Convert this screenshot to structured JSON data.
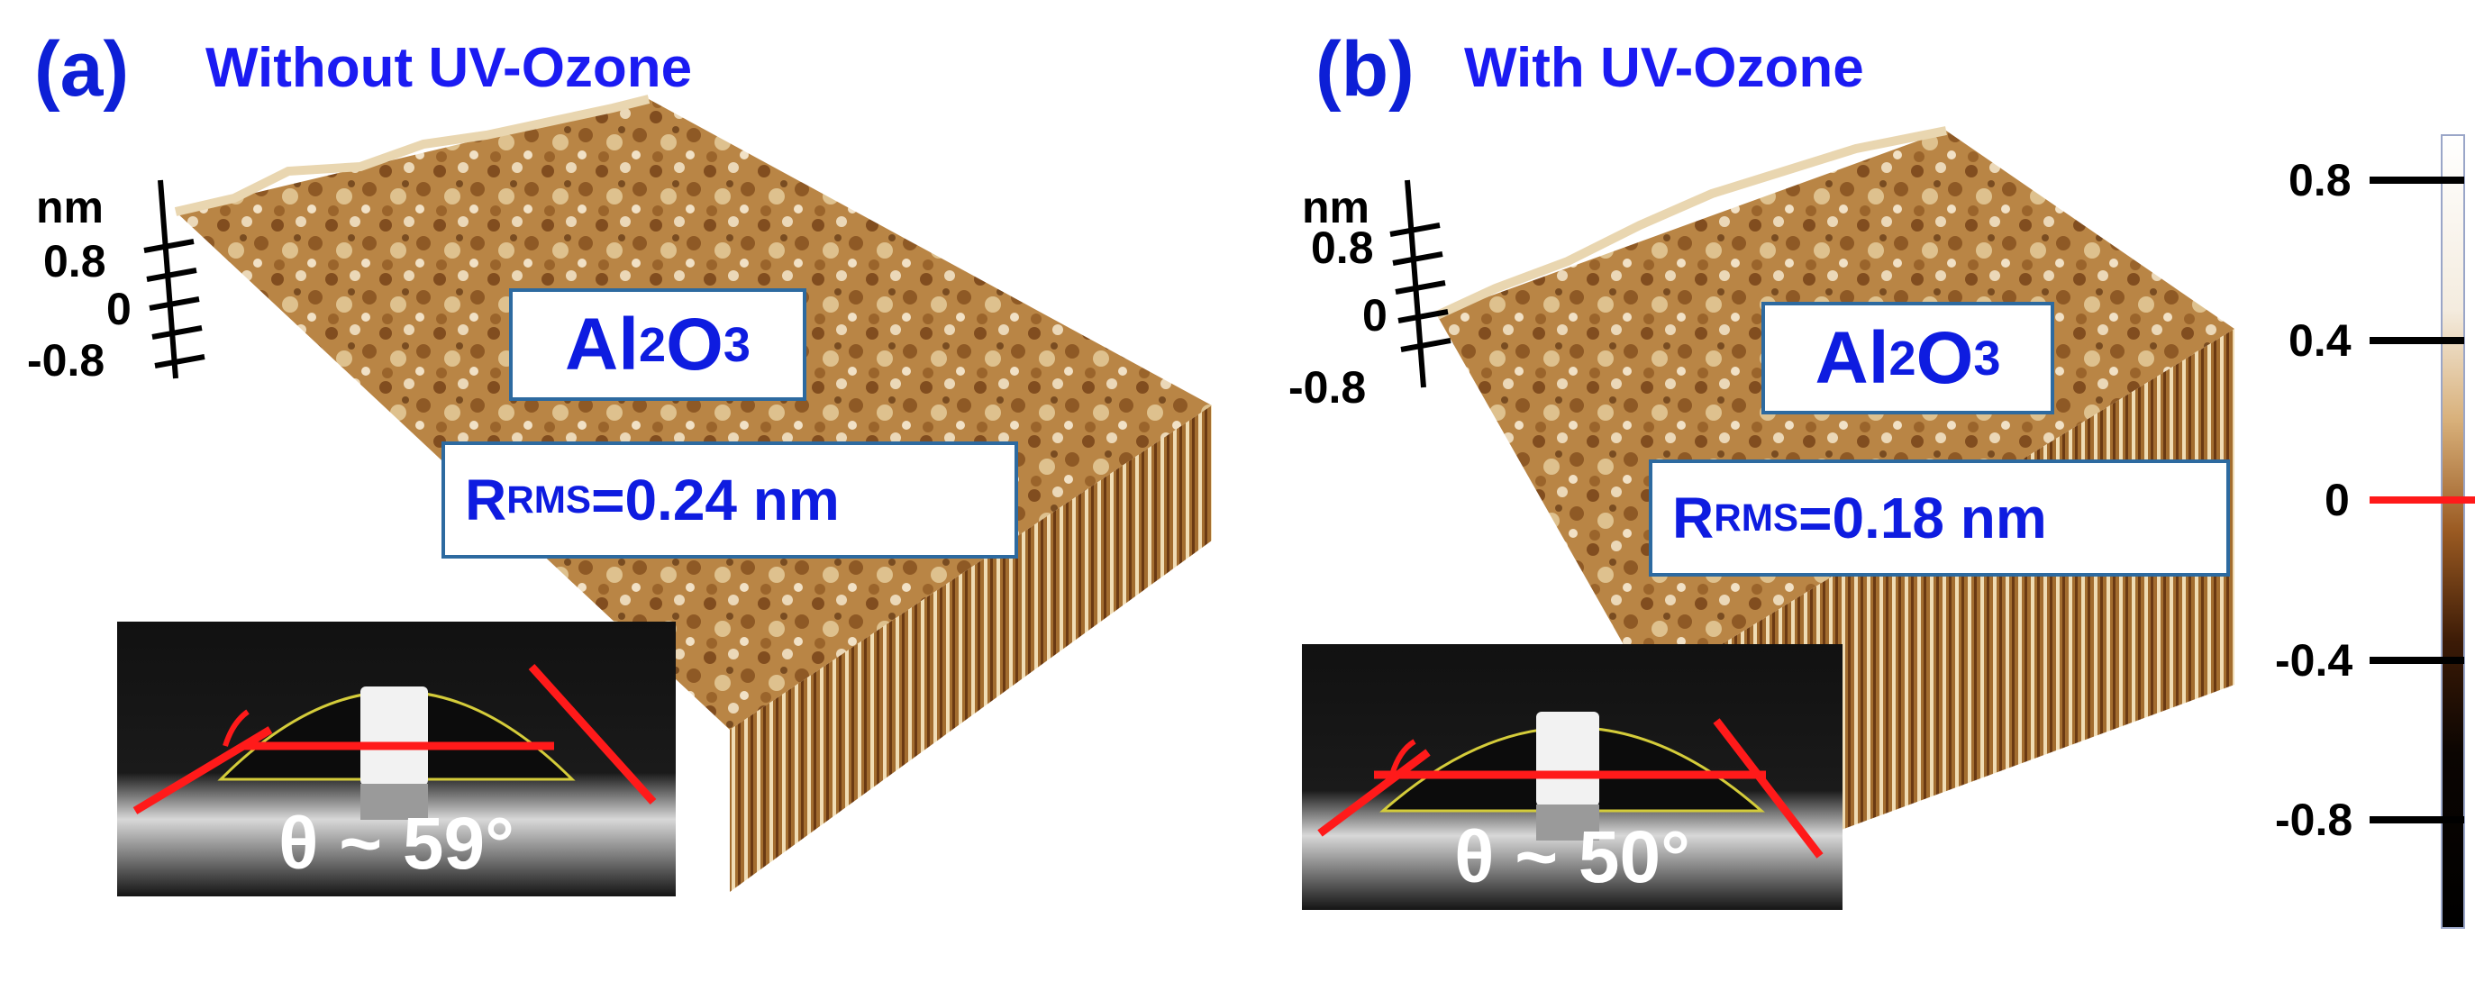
{
  "panel_a": {
    "letter": "(a)",
    "title": "Without UV-Ozone",
    "axis_unit": "nm",
    "axis_ticks": [
      "0.8",
      "0",
      "-0.8"
    ],
    "material_main": "Al",
    "material_sub1": "2",
    "material_mid": "O",
    "material_sub2": "3",
    "rms_prefix": "R",
    "rms_sub": "RMS",
    "rms_value": "=0.24 nm",
    "contact_angle": "θ ~ 59°"
  },
  "panel_b": {
    "letter": "(b)",
    "title": "With UV-Ozone",
    "axis_unit": "nm",
    "axis_ticks": [
      "0.8",
      "0",
      "-0.8"
    ],
    "material_main": "Al",
    "material_sub1": "2",
    "material_mid": "O",
    "material_sub2": "3",
    "rms_prefix": "R",
    "rms_sub": "RMS",
    "rms_value": "=0.18 nm",
    "contact_angle": "θ ~ 50°"
  },
  "colorbar": {
    "labels": [
      "0.8",
      "0.4",
      "0",
      "-0.4",
      "-0.8"
    ],
    "highlight_color": "#ff1a1a"
  },
  "colors": {
    "title_blue": "#1b1bf2",
    "box_border": "#2d6aa0",
    "surface_light": "#f1e3c6",
    "surface_mid": "#b27a3a",
    "surface_dark": "#5a2e0c"
  }
}
